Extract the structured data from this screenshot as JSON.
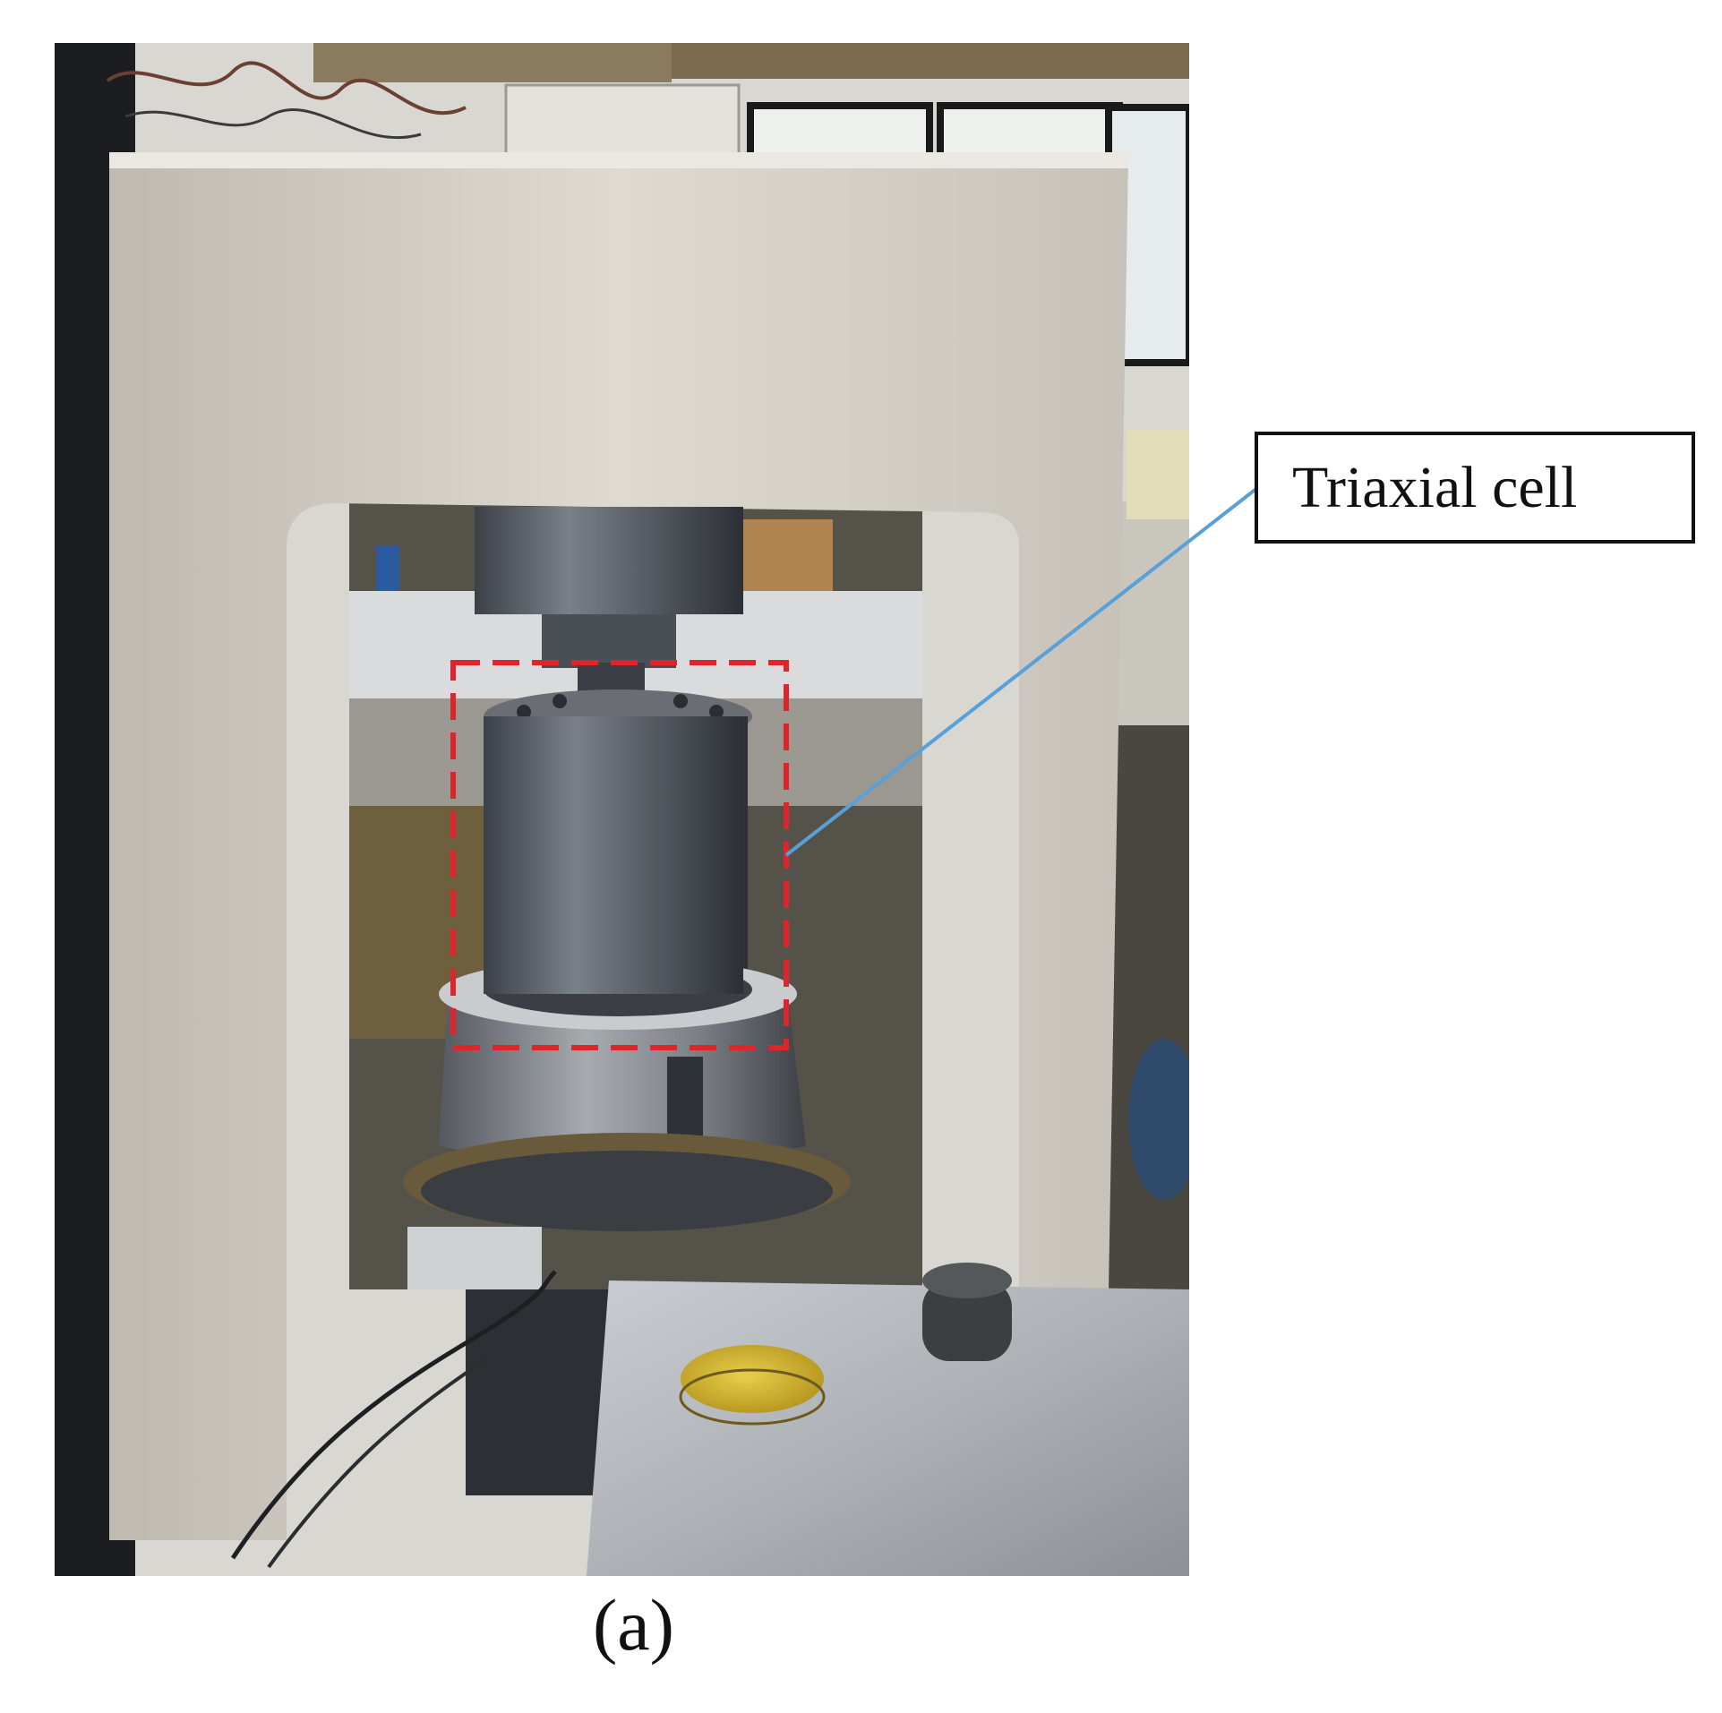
{
  "figure": {
    "callout_label": "Triaxial cell",
    "caption": "(a)"
  },
  "colors": {
    "callout_line": "#5aa0d8",
    "highlight_box": "#e0242c"
  },
  "icons": [
    "photo-image"
  ]
}
